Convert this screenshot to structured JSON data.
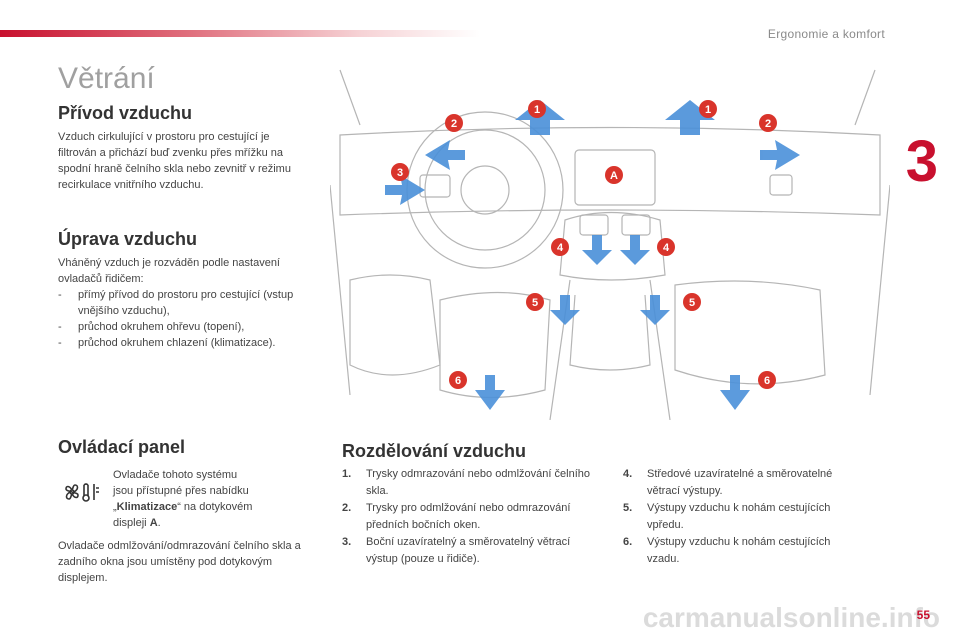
{
  "header": {
    "section": "Ergonomie a komfort",
    "chapter": "3"
  },
  "title": "Větrání",
  "intake": {
    "heading": "Přívod vzduchu",
    "text": "Vzduch cirkulující v prostoru pro cestující je filtrován a přichází buď zvenku přes mřížku na spodní hraně čelního skla nebo zevnitř v režimu recirkulace vnitřního vzduchu."
  },
  "treatment": {
    "heading": "Úprava vzduchu",
    "intro": "Vháněný vzduch je rozváděn podle nastavení ovladačů řidičem:",
    "items": [
      "přímý přívod do prostoru pro cestující (vstup vnějšího vzduchu),",
      "průchod okruhem ohřevu (topení),",
      "průchod okruhem chlazení (klimatizace)."
    ]
  },
  "panel": {
    "heading": "Ovládací panel",
    "line1": "Ovladače tohoto systému",
    "line2": "jsou přístupné přes nabídku",
    "line3_pre": "„",
    "line3_bold": "Klimatizace",
    "line3_post": "“ na dotykovém",
    "line4_pre": "displeji ",
    "line4_bold": "A",
    "line4_post": ".",
    "text2": "Ovladače odmlžování/odmrazování čelního skla a zadního okna jsou umístěny pod dotykovým displejem."
  },
  "distribution": {
    "heading": "Rozdělování vzduchu",
    "items_left": [
      {
        "num": "1.",
        "text": "Trysky odmrazování nebo odmlžování čelního skla."
      },
      {
        "num": "2.",
        "text": "Trysky pro odmlžování nebo odmrazování předních bočních oken."
      },
      {
        "num": "3.",
        "text": "Boční uzavíratelný a směrovatelný větrací výstup (pouze u řidiče)."
      }
    ],
    "items_right": [
      {
        "num": "4.",
        "text": "Středové uzavíratelné a směrovatelné větrací výstupy."
      },
      {
        "num": "5.",
        "text": "Výstupy vzduchu k nohám cestujících vpředu."
      },
      {
        "num": "6.",
        "text": "Výstupy vzduchu k nohám cestujících vzadu."
      }
    ]
  },
  "diagram": {
    "markers": [
      "1",
      "1",
      "2",
      "2",
      "3",
      "4",
      "4",
      "5",
      "5",
      "6",
      "6",
      "A"
    ],
    "marker_color": "#d9342b",
    "arrow_color": "#4a90d9"
  },
  "footer": {
    "page": "55",
    "watermark": "carmanualsonline.info"
  }
}
